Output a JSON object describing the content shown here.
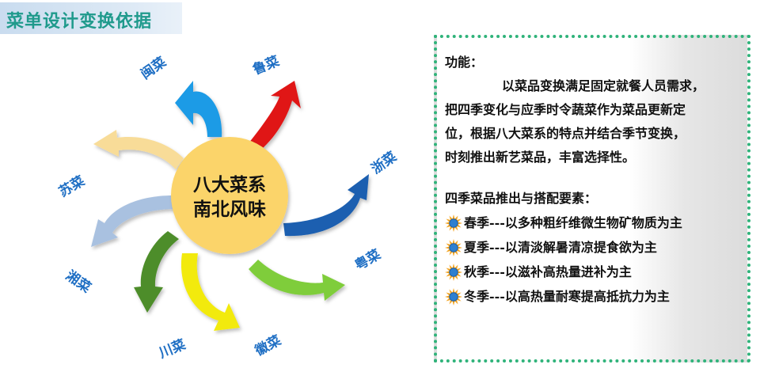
{
  "header": {
    "title": "菜单设计变换依据"
  },
  "diagram": {
    "center": {
      "line1": "八大菜系",
      "line2": "南北风味"
    },
    "cuisines": [
      "闽菜",
      "鲁菜",
      "浙菜",
      "粤菜",
      "徽菜",
      "川菜",
      "湘菜",
      "苏菜"
    ],
    "colors": {
      "min": "#1e9be6",
      "lu": "#e01818",
      "zhe": "#1a5fb0",
      "yue": "#7fcd3a",
      "hui": "#f2ea10",
      "chuan": "#4e8d2a",
      "xiang": "#a9c1e0",
      "su": "#f8dc98",
      "center": "#fbd46b",
      "label": "#1f6fc4"
    }
  },
  "panel": {
    "function_title": "功能：",
    "function_lines": [
      "以菜品变换满足固定就餐人员需求，",
      "把四季变化与应季时令蔬菜作为菜品更新定",
      "位，根据八大菜系的特点并结合季节变换，",
      "时刻推出新艺菜品，丰富选择性。"
    ],
    "seasons_title": "四季菜品推出与搭配要素：",
    "seasons": [
      "春季---以多种粗纤维微生物矿物质为主",
      "夏季---以清淡解暑清凉提食欲为主",
      "秋季---以滋补高热量进补为主",
      "冬季---以高热量耐寒提高抵抗力为主"
    ],
    "bullet_icon": "sun-icon",
    "border_color": "#2fb37a"
  }
}
